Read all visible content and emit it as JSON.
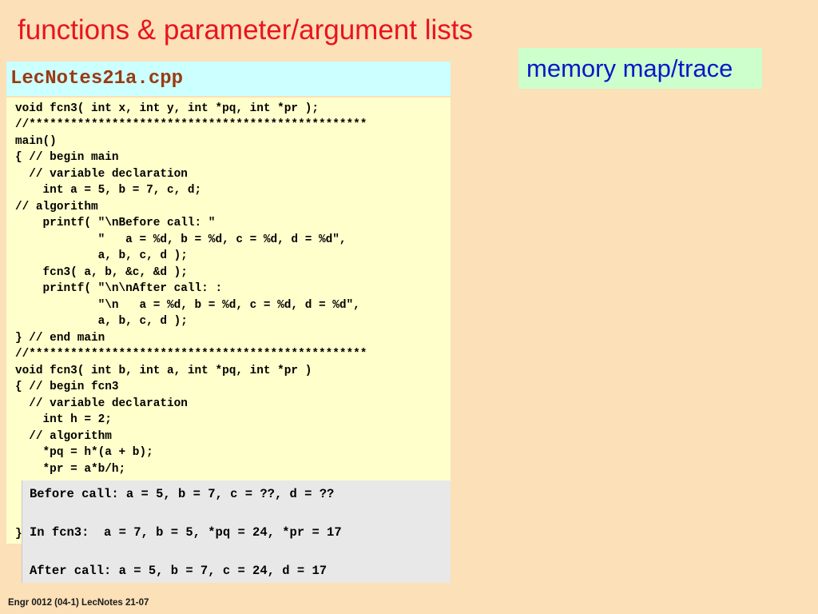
{
  "slide": {
    "title": "functions & parameter/argument lists",
    "memory_label": "memory map/trace",
    "footer": "Engr 0012 (04-1) LecNotes 21-07"
  },
  "code": {
    "filename": "LecNotes21a.cpp",
    "lines": [
      "void fcn3( int x, int y, int *pq, int *pr );",
      "//*************************************************",
      "main()",
      "{ // begin main",
      "  // variable declaration",
      "    int a = 5, b = 7, c, d;",
      "// algorithm",
      "    printf( \"\\nBefore call: \"",
      "            \"   a = %d, b = %d, c = %d, d = %d\",",
      "            a, b, c, d );",
      "    fcn3( a, b, &c, &d );",
      "    printf( \"\\n\\nAfter call: :",
      "            \"\\n   a = %d, b = %d, c = %d, d = %d\",",
      "            a, b, c, d );",
      "} // end main",
      "//*************************************************",
      "void fcn3( int b, int a, int *pq, int *pr )",
      "{ // begin fcn3",
      "  // variable declaration",
      "    int h = 2;",
      "  // algorithm",
      "    *pq = h*(a + b);",
      "    *pr = a*b/h;",
      "}"
    ]
  },
  "output": {
    "lines": [
      "Before call: a = 5, b = 7, c = ??, d = ??",
      "In fcn3:  a = 7, b = 5, *pq = 24, *pr = 17",
      "After call: a = 5, b = 7, c = 24, d = 17"
    ]
  }
}
